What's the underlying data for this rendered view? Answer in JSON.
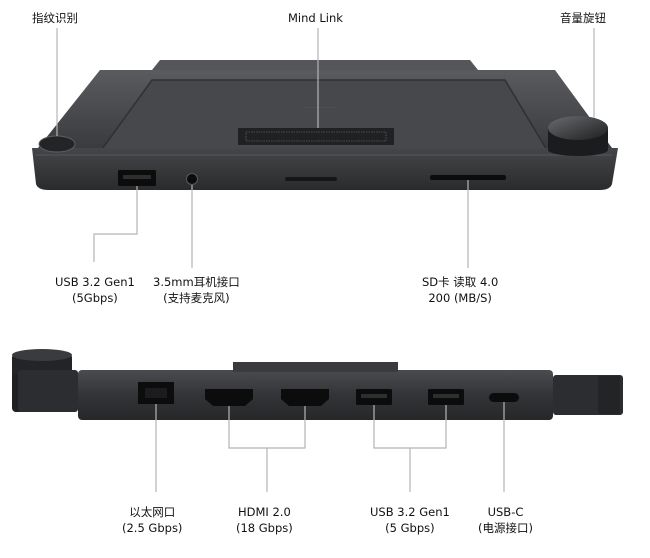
{
  "top_view": {
    "labels": {
      "fingerprint": "指纹识别",
      "mind_link": "Mind Link",
      "volume_knob": "音量旋钮",
      "usb_front": {
        "line1": "USB 3.2 Gen1",
        "line2": "(5Gbps)"
      },
      "audio_jack": {
        "line1": "3.5mm耳机接口",
        "line2": "(支持麦克风)"
      },
      "sd_card": {
        "line1": "SD卡 读取 4.0",
        "line2": "200 (MB/S)"
      }
    }
  },
  "rear_view": {
    "labels": {
      "ethernet": {
        "line1": "以太网口",
        "line2": "(2.5 Gbps)"
      },
      "hdmi": {
        "line1": "HDMI 2.0",
        "line2": "(18 Gbps)"
      },
      "usb_rear": {
        "line1": "USB 3.2 Gen1",
        "line2": "(5 Gbps)"
      },
      "usb_c": {
        "line1": "USB-C",
        "line2": "(电源接口)"
      }
    }
  },
  "colors": {
    "body_dark": "#2e2f32",
    "body_face": "#3b3c3f",
    "port_black": "#0c0c0d",
    "callout_line": "#b5b5b5"
  }
}
